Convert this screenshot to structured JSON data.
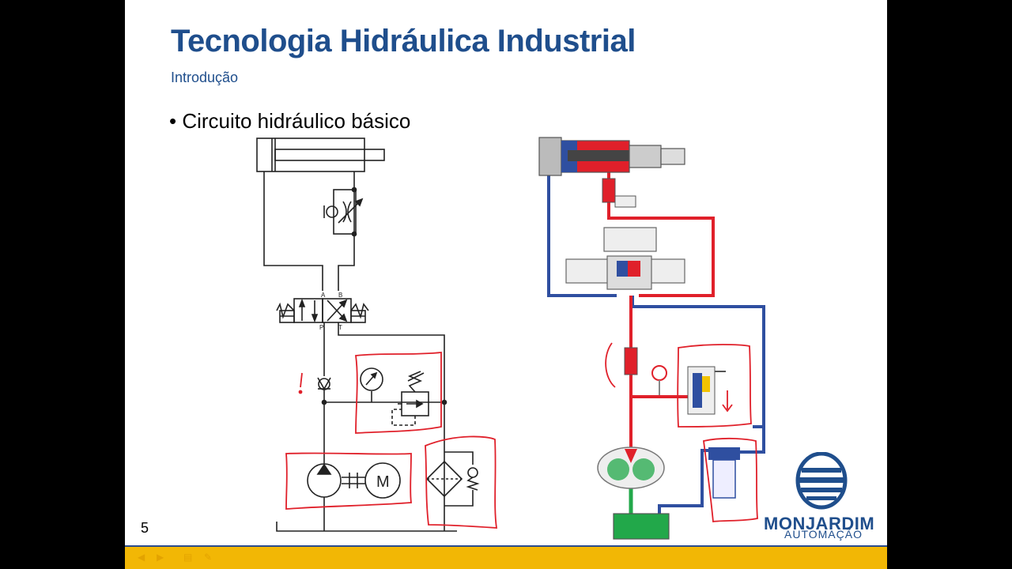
{
  "slide": {
    "title": "Tecnologia Hidráulica Industrial",
    "subtitle": "Introdução",
    "bullet": "Circuito hidráulico básico",
    "page_number": "5"
  },
  "schematic": {
    "port_labels": {
      "a": "A",
      "b": "B",
      "p": "P",
      "t": "T"
    },
    "motor_label": "M"
  },
  "logo": {
    "name": "MONJARDIM",
    "sub": "AUTOMAÇÃO"
  },
  "colors": {
    "title": "#1f4e8c",
    "pressure_line": "#e0202a",
    "return_line": "#2f4fa0",
    "suction_line": "#22a84a",
    "bottom_bar": "#f2b705"
  },
  "icons": {
    "nav": [
      "arrow-left-icon",
      "arrow-right-icon",
      "menu-icon",
      "pen-icon"
    ]
  }
}
